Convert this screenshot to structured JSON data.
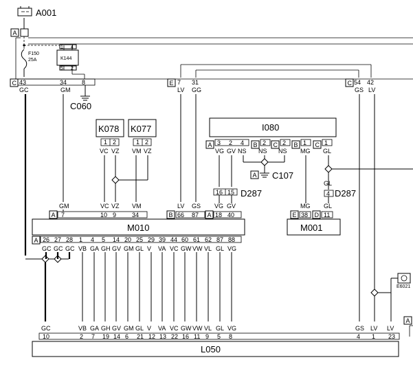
{
  "battery": {
    "ref": "A001",
    "label_a": "A"
  },
  "fuse": {
    "id": "F150",
    "rating": "25A"
  },
  "relay": {
    "id": "K144",
    "pins": [
      "1",
      "4",
      "5",
      "2"
    ]
  },
  "connectors": {
    "c_left": {
      "letter": "C",
      "pins": [
        "43",
        "34",
        "8"
      ],
      "wires": [
        "GC",
        "GM"
      ]
    },
    "e_conn": {
      "letter": "E",
      "pins": [
        "7",
        "31"
      ],
      "wires": [
        "LV",
        "GG"
      ]
    },
    "c_right": {
      "letter": "C",
      "pins": [
        "54",
        "42"
      ],
      "wires": [
        "GS",
        "LV"
      ]
    },
    "ground_c060": "C060",
    "ground_c107": "C107"
  },
  "modules": {
    "k078": {
      "id": "K078",
      "pins": [
        "1",
        "2"
      ],
      "wires": [
        "VC",
        "VZ"
      ]
    },
    "k077": {
      "id": "K077",
      "pins": [
        "1",
        "2"
      ],
      "wires": [
        "VM",
        "VZ"
      ]
    },
    "i080": {
      "id": "I080",
      "groups": [
        {
          "letter": "A",
          "pins": [
            "3",
            "2",
            "4"
          ],
          "wires": [
            "VG",
            "GV",
            "NS"
          ]
        },
        {
          "letter": "B",
          "pins": [
            "2"
          ],
          "wires": [
            "NS"
          ]
        },
        {
          "letter": "C",
          "pins": [
            "2"
          ],
          "wires": [
            "NS"
          ]
        },
        {
          "letter": "B",
          "pins": [
            "1"
          ],
          "wires": [
            "MG"
          ]
        },
        {
          "letter": "C",
          "pins": [
            "1"
          ],
          "wires": [
            "GL"
          ]
        }
      ]
    },
    "m010": {
      "id": "M010"
    },
    "m001": {
      "id": "M001"
    },
    "l050": {
      "id": "L050"
    },
    "e6021": {
      "id": "E6021"
    }
  },
  "d287_left": {
    "id": "D287",
    "pins": [
      "16",
      "15"
    ]
  },
  "d287_right": {
    "id": "D287",
    "pin": "4",
    "wire": "GL"
  },
  "m010_top": {
    "a_pin": "7",
    "a_wire": "GM",
    "vc_pins": [
      "10",
      "9"
    ],
    "vc_wires": [
      "VC",
      "VZ"
    ],
    "vm_pin": "34",
    "vm_wire": "VM",
    "b_pins": [
      "66",
      "87"
    ],
    "b_wires": [
      "LV",
      "GS"
    ],
    "a2_pins": [
      "18",
      "40"
    ],
    "a2_wires": [
      "VG",
      "GV"
    ]
  },
  "m001_top": {
    "e_pin": "38",
    "e_wire": "MG",
    "d_pin": "11",
    "d_wire": "GL"
  },
  "m010_bottom": {
    "pins": [
      "26",
      "27",
      "28",
      "1",
      "4",
      "5",
      "14",
      "20",
      "25",
      "29",
      "39",
      "44",
      "60",
      "61",
      "62",
      "87",
      "88"
    ],
    "wires": [
      "GC",
      "GC",
      "GC",
      "VB",
      "GA",
      "GH",
      "GV",
      "GM",
      "GL",
      "V",
      "VA",
      "VC",
      "GW",
      "VW",
      "VL",
      "GL",
      "VG"
    ]
  },
  "l050_top": {
    "pins": [
      "10",
      "2",
      "7",
      "19",
      "14",
      "6",
      "21",
      "12",
      "13",
      "22",
      "16",
      "11",
      "9",
      "5",
      "8",
      "4",
      "1",
      "23"
    ],
    "wires": [
      "GC",
      "VB",
      "GA",
      "GH",
      "GV",
      "GM",
      "GL",
      "V",
      "VA",
      "VC",
      "GW",
      "VW",
      "VL",
      "GL",
      "VG",
      "GS",
      "LV",
      "LV"
    ]
  },
  "right_edge": {
    "letter": "A"
  }
}
